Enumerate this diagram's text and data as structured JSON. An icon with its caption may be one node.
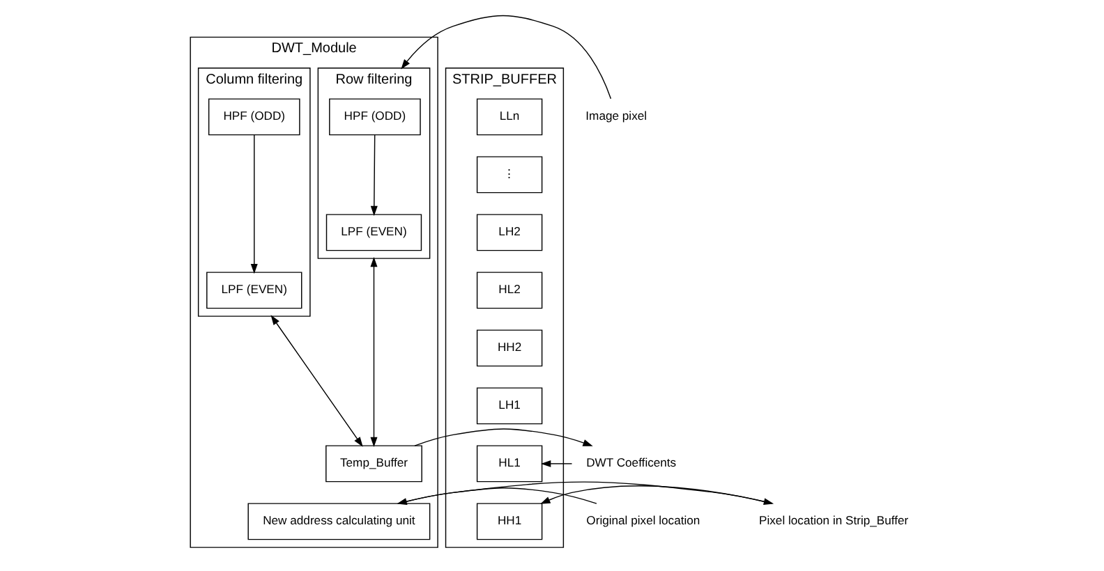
{
  "diagram": {
    "nodes": [
      {
        "text": [
          "DWT_Module"
        ]
      },
      {
        "text": [
          "Row filtering"
        ],
        "in": 0
      },
      {
        "text": [
          "HPF (ODD)"
        ],
        "in": 1
      },
      {
        "text": [
          "LPF (EVEN)"
        ],
        "in": 1
      },
      {
        "text": [
          "Column filtering"
        ],
        "in": 0
      },
      {
        "text": [
          "HPF (ODD)"
        ],
        "in": 4
      },
      {
        "text": [
          "LPF (EVEN)"
        ],
        "in": 4
      },
      {
        "text": [
          "Temp_Buffer"
        ],
        "in": 0
      },
      {
        "text": [
          "New address calculating unit"
        ],
        "in": 0
      },
      {
        "text": [
          "Image pixel"
        ]
      },
      {
        "text": [
          "Original pixel location"
        ]
      },
      {
        "text": [
          "DWT Coefficents"
        ]
      },
      {
        "text": [
          "Pixel location in Strip_Buffer"
        ]
      },
      {
        "text": [
          "STRIP_BUFFER"
        ]
      },
      {
        "text": [
          "LLn"
        ],
        "in": 13
      },
      {
        "text": [
          "⋮"
        ],
        "in": 13
      },
      {
        "text": [
          "LH2"
        ],
        "in": 13
      },
      {
        "text": [
          "HL2"
        ],
        "in": 13
      },
      {
        "text": [
          "HH2"
        ],
        "in": 13
      },
      {
        "text": [
          "LH1"
        ],
        "in": 13
      },
      {
        "text": [
          "HL1"
        ],
        "in": 13
      },
      {
        "text": [
          "HH1"
        ],
        "in": 13
      }
    ],
    "edges": [
      {
        "from": 9,
        "to": 1,
        "arrow": "to"
      },
      {
        "from": 2,
        "to": 3,
        "arrow": "to"
      },
      {
        "from": 5,
        "to": 6,
        "arrow": "to"
      },
      {
        "from": 1,
        "to": 7,
        "arrow": "both"
      },
      {
        "from": 4,
        "to": 7,
        "arrow": "both"
      },
      {
        "from": 10,
        "to": 8,
        "arrow": "to"
      },
      {
        "from": 7,
        "to": 11,
        "arrow": "to"
      },
      {
        "from": 11,
        "to": 20,
        "arrow": "to"
      },
      {
        "from": 8,
        "to": 12,
        "arrow": "to"
      },
      {
        "from": 12,
        "to": 21,
        "arrow": "to"
      }
    ]
  }
}
